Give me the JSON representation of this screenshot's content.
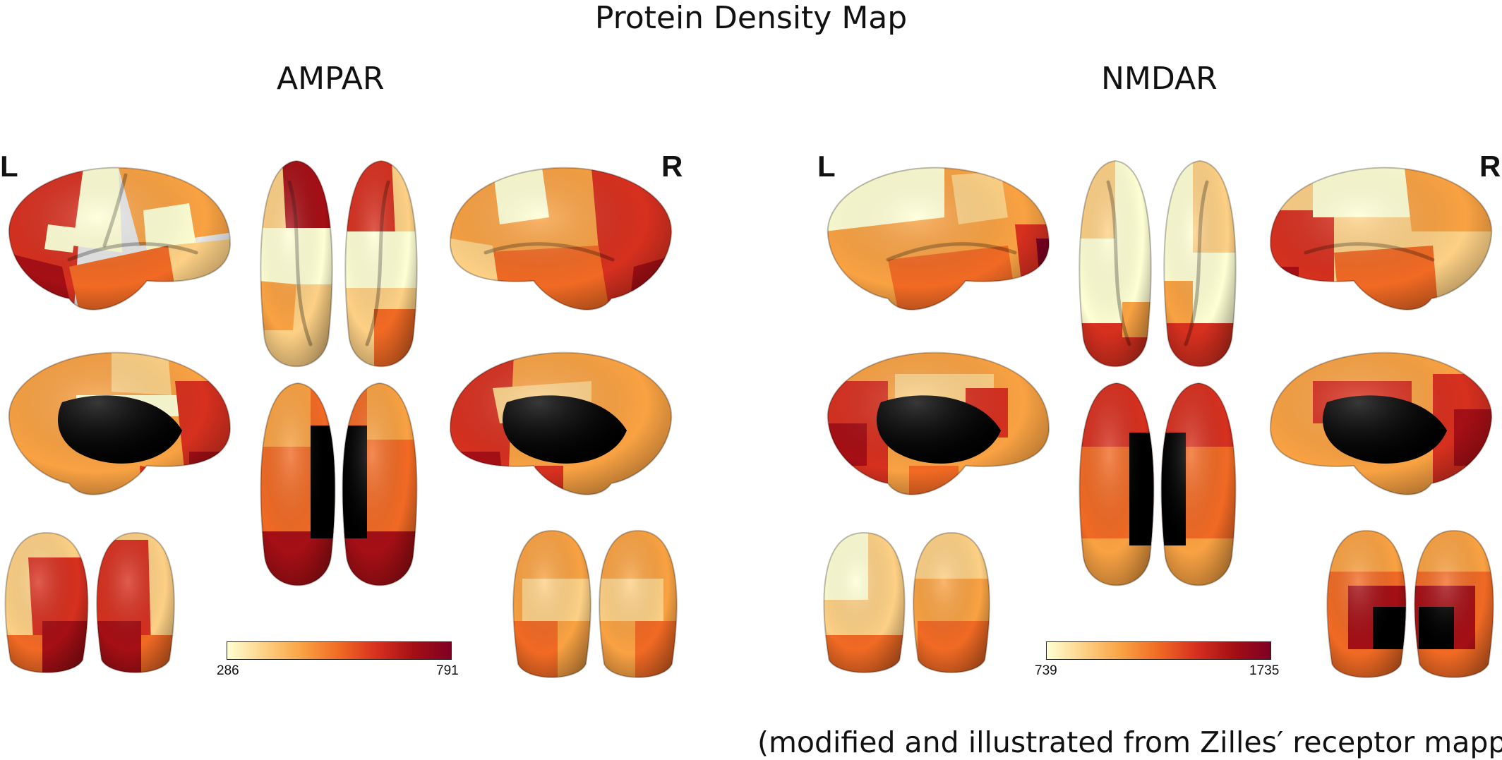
{
  "figure": {
    "title": "Protein Density Map",
    "caption": "(modified and illustrated from Zilles′  receptor mapping)"
  },
  "panels": [
    {
      "name": "AMPAR",
      "hemisphere_left": "L",
      "hemisphere_right": "R",
      "colorbar": {
        "min": "286",
        "max": "791"
      }
    },
    {
      "name": "NMDAR",
      "hemisphere_left": "L",
      "hemisphere_right": "R",
      "colorbar": {
        "min": "739",
        "max": "1735"
      }
    }
  ],
  "colorscale": [
    "#ffffd4",
    "#fdd085",
    "#f9a243",
    "#f16a24",
    "#d7301f",
    "#a50f15",
    "#7f0024"
  ],
  "surface_gray": "#e7e7e7"
}
